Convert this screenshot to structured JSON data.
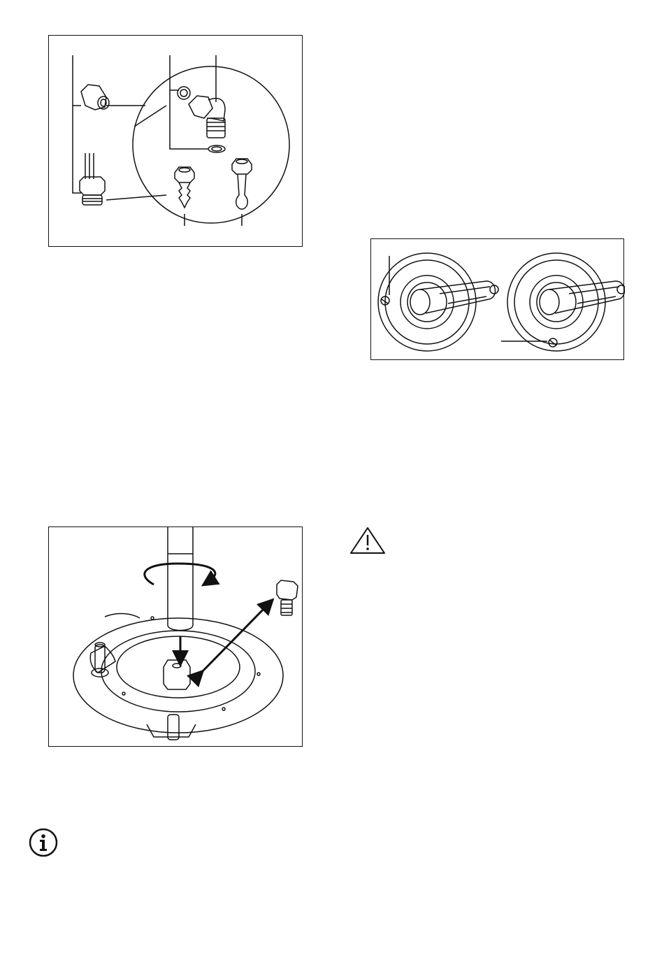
{
  "page": {
    "figures": [
      {
        "id": "gas-connections"
      },
      {
        "id": "bypass-screws"
      },
      {
        "id": "injector-replacement"
      }
    ],
    "icons": {
      "warning": "warning-triangle-icon",
      "info": "info-circle-icon"
    },
    "colors": {
      "line": "#111111",
      "background": "#ffffff"
    }
  }
}
